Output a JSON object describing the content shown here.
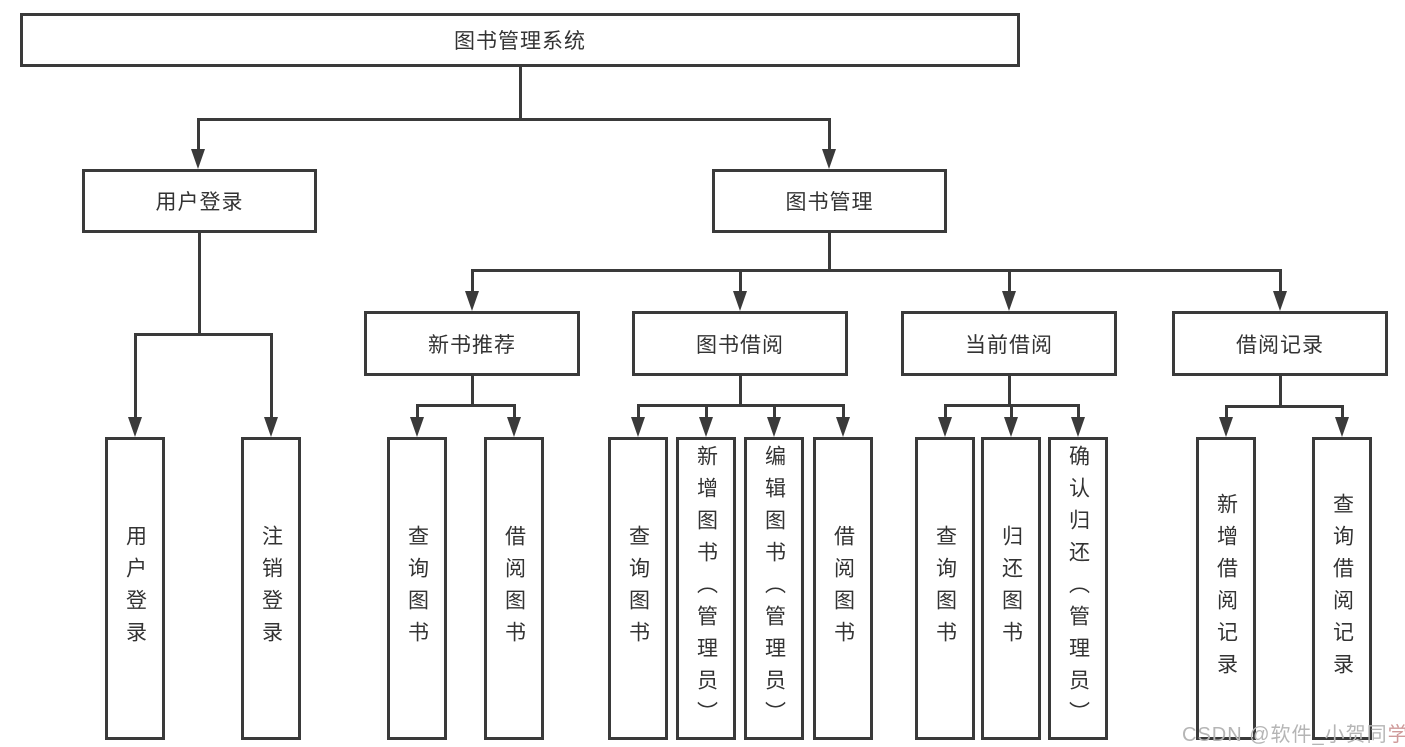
{
  "colors": {
    "line": "#3a3a3a",
    "text": "#333333",
    "background": "#ffffff",
    "watermark_gray": "#b5b5b5",
    "watermark_accent": "#cf9a9a"
  },
  "watermark": {
    "gray_text": "CSDN @软件_小贺同",
    "accent_text": "学"
  },
  "tree": {
    "root": {
      "label": "图书管理系统",
      "children": [
        {
          "label": "用户登录",
          "children": [
            {
              "label": "用户登录"
            },
            {
              "label": "注销登录"
            }
          ]
        },
        {
          "label": "图书管理",
          "children": [
            {
              "label": "新书推荐",
              "children": [
                {
                  "label": "查询图书"
                },
                {
                  "label": "借阅图书"
                }
              ]
            },
            {
              "label": "图书借阅",
              "children": [
                {
                  "label": "查询图书"
                },
                {
                  "label": "新增图书（管理员）"
                },
                {
                  "label": "编辑图书（管理员）"
                },
                {
                  "label": "借阅图书"
                }
              ]
            },
            {
              "label": "当前借阅",
              "children": [
                {
                  "label": "查询图书"
                },
                {
                  "label": "归还图书"
                },
                {
                  "label": "确认归还（管理员）"
                }
              ]
            },
            {
              "label": "借阅记录",
              "children": [
                {
                  "label": "新增借阅记录"
                },
                {
                  "label": "查询借阅记录"
                }
              ]
            }
          ]
        }
      ]
    }
  }
}
